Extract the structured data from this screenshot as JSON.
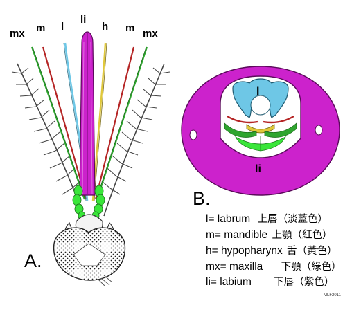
{
  "diagram_a": {
    "panel_label": "A.",
    "labels": {
      "mx_left": "mx",
      "m_left": "m",
      "l": "l",
      "li": "li",
      "h": "h",
      "m_right": "m",
      "mx_right": "mx"
    }
  },
  "diagram_b": {
    "panel_label": "B.",
    "inner_labels": {
      "labrum": "l",
      "labium": "li"
    }
  },
  "legend": [
    {
      "term": "l= labrum",
      "chinese": "上唇（淡藍色）"
    },
    {
      "term": "m= mandible",
      "chinese": "上顎（紅色）"
    },
    {
      "term": "h= hypopharynx",
      "chinese": "舌（黃色）"
    },
    {
      "term": "mx= maxilla",
      "chinese": "下顎（綠色）"
    },
    {
      "term": "li= labium",
      "chinese": "下唇（紫色）"
    }
  ],
  "credit": "MLF2011",
  "colors": {
    "labium": "#cc22cc",
    "labrum": "#6ec7e6",
    "mandible": "#b52525",
    "hypopharynx": "#e0c83a",
    "maxilla": "#2fa52f",
    "palp_green": "#39e639"
  }
}
